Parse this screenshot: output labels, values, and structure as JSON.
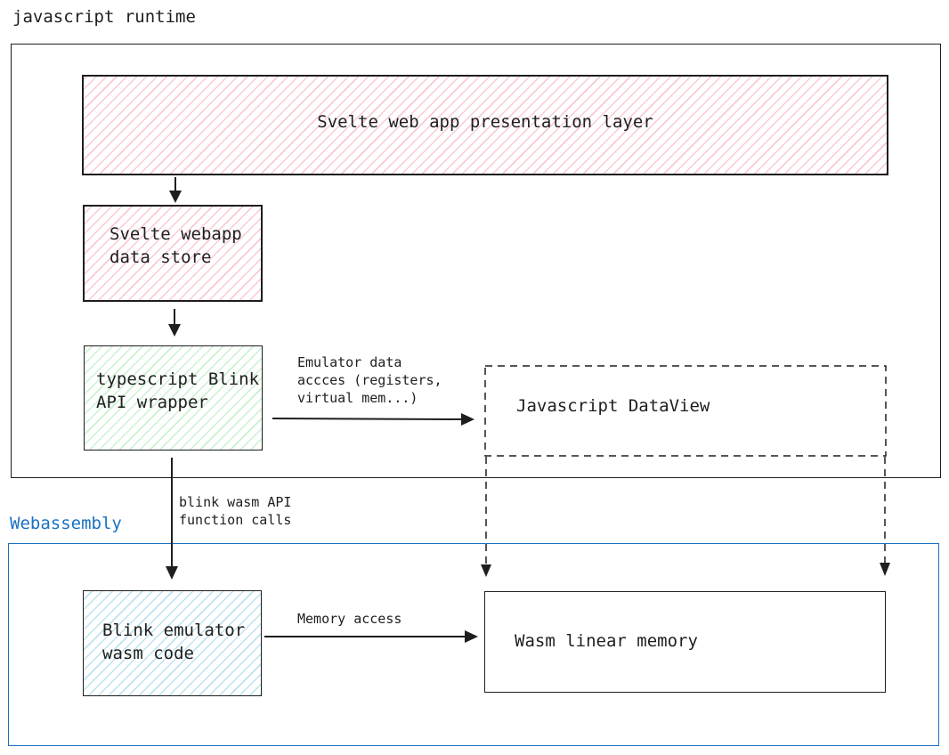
{
  "regions": {
    "js_runtime": {
      "label": "javascript runtime"
    },
    "webassembly": {
      "label": "Webassembly",
      "color": "#1971c2"
    }
  },
  "nodes": {
    "presentation": {
      "label": "Svelte web app presentation layer"
    },
    "data_store": {
      "label": "Svelte webapp\ndata store"
    },
    "wrapper": {
      "label": "typescript Blink\nAPI wrapper"
    },
    "dataview": {
      "label": "Javascript DataView"
    },
    "emulator": {
      "label": "Blink emulator\nwasm code"
    },
    "memory": {
      "label": "Wasm linear memory"
    }
  },
  "edges": {
    "emulator_data": {
      "label": "Emulator data\naccces (registers,\nvirtual mem...)"
    },
    "api_calls": {
      "label": "blink wasm API\nfunction calls"
    },
    "memory_access": {
      "label": "Memory access"
    }
  },
  "colors": {
    "stroke": "#1e1e1e",
    "hatch_red": "#fbc9d3",
    "hatch_green": "#c9f2cf",
    "hatch_blue": "#bde2ef",
    "wasm_frame": "#1971c2"
  }
}
